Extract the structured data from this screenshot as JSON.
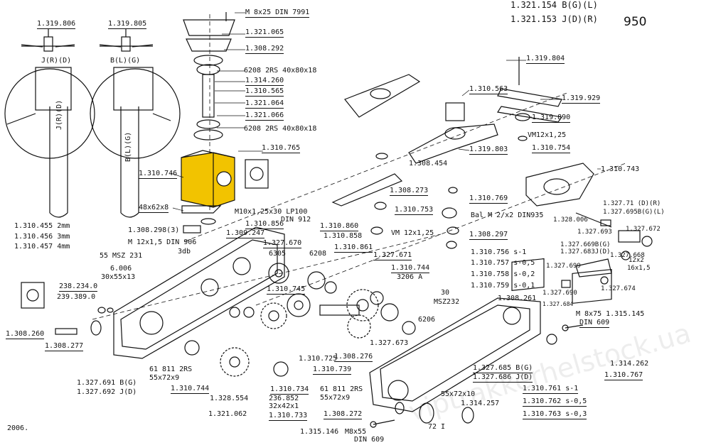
{
  "page_number": "950",
  "year": "2006.",
  "watermark": "viptrakkerhelstock.ua",
  "header": {
    "code_a": "1.321.154  B(G)(L)",
    "code_b": "1.321.153  J(D)(R)"
  },
  "colors": {
    "highlight": "#f2c300",
    "line": "#111111"
  },
  "parts": [
    "M 8x25 DIN 7991",
    "1.321.065",
    "1.308.292",
    "6208 2RS 40x80x18",
    "1.314.260",
    "1.310.565",
    "1.321.064",
    "1.321.066",
    "6208 2RS 40x80x18",
    "1.310.765",
    "1.310.746",
    "48x62x8",
    "1.308.298(3)",
    "M 12x1,5 DIN 906",
    "3db",
    "1.309.247",
    "1.319.806",
    "1.319.805",
    "J(R)(D)",
    "B(L)(G)",
    "1.310.455   2mm",
    "1.310.456   3mm",
    "1.310.457   4mm",
    "55 MSZ 231",
    "6.006",
    "30x55x13",
    "238.234.0",
    "239.389.0",
    "1.308.260",
    "1.308.277",
    "M10x1,25x30 LP100",
    "DIN 912",
    "1.310.856",
    "1.327.670",
    "6305",
    "6208",
    "1.310.860",
    "1.310.858",
    "1.310.861",
    "1.310.745",
    "1.327.671",
    "1.310.744",
    "3206 A",
    "30",
    "MSZ232",
    "6206",
    "1.327.673",
    "1.308.276",
    "1.310.725",
    "1.310.739",
    "61 811 2RS",
    "55x72x9",
    "1.310.744",
    "1.328.554",
    "1.321.062",
    "1.310.734",
    "236.852",
    "32x42x1",
    "1.310.733",
    "61 811 2RS",
    "55x72x9",
    "1.308.272",
    "1.315.146",
    "M8x55",
    "DIN 609",
    "1.327.691 B(G)",
    "1.327.692 J(D)",
    "1.310.563",
    "1.308.454",
    "1.308.273",
    "1.310.753",
    "VM 12x1,25",
    "1.319.803",
    "1.310.769",
    "Bal M 2/x2 DIN935",
    "1.308.297",
    "1.310.756  s-1",
    "1.310.757  s-0,5",
    "1.310.758  s-0,2",
    "1.310.759  s-0,1",
    "1.319.804",
    "1.319.929",
    "1.319.890",
    "VM12x1,25",
    "1.310.754",
    "1.310.743",
    "1.327.71 (D)(R)",
    "1.327.695B(G)(L)",
    "1.328.006",
    "1.327.693",
    "1.327.672",
    "1.327.669B(G)",
    "1.327.683J(D)",
    "1.327.668",
    "1.327.699",
    "12x2",
    "16x1,5",
    "1.327.690",
    "1.327.674",
    "1.327.684",
    "1.308.261",
    "M 8x75  1.315.145",
    "DIN 609",
    "1.327.685 B(G)",
    "1.327.686 J(D)",
    "1.314.262",
    "1.310.767",
    "1.310.761  s-1",
    "1.310.762  s-0,5",
    "1.310.763  s-0,3",
    "55x72x10",
    "1.314.257",
    "72 I",
    "J(R)(D)",
    "B(L)(G)"
  ]
}
